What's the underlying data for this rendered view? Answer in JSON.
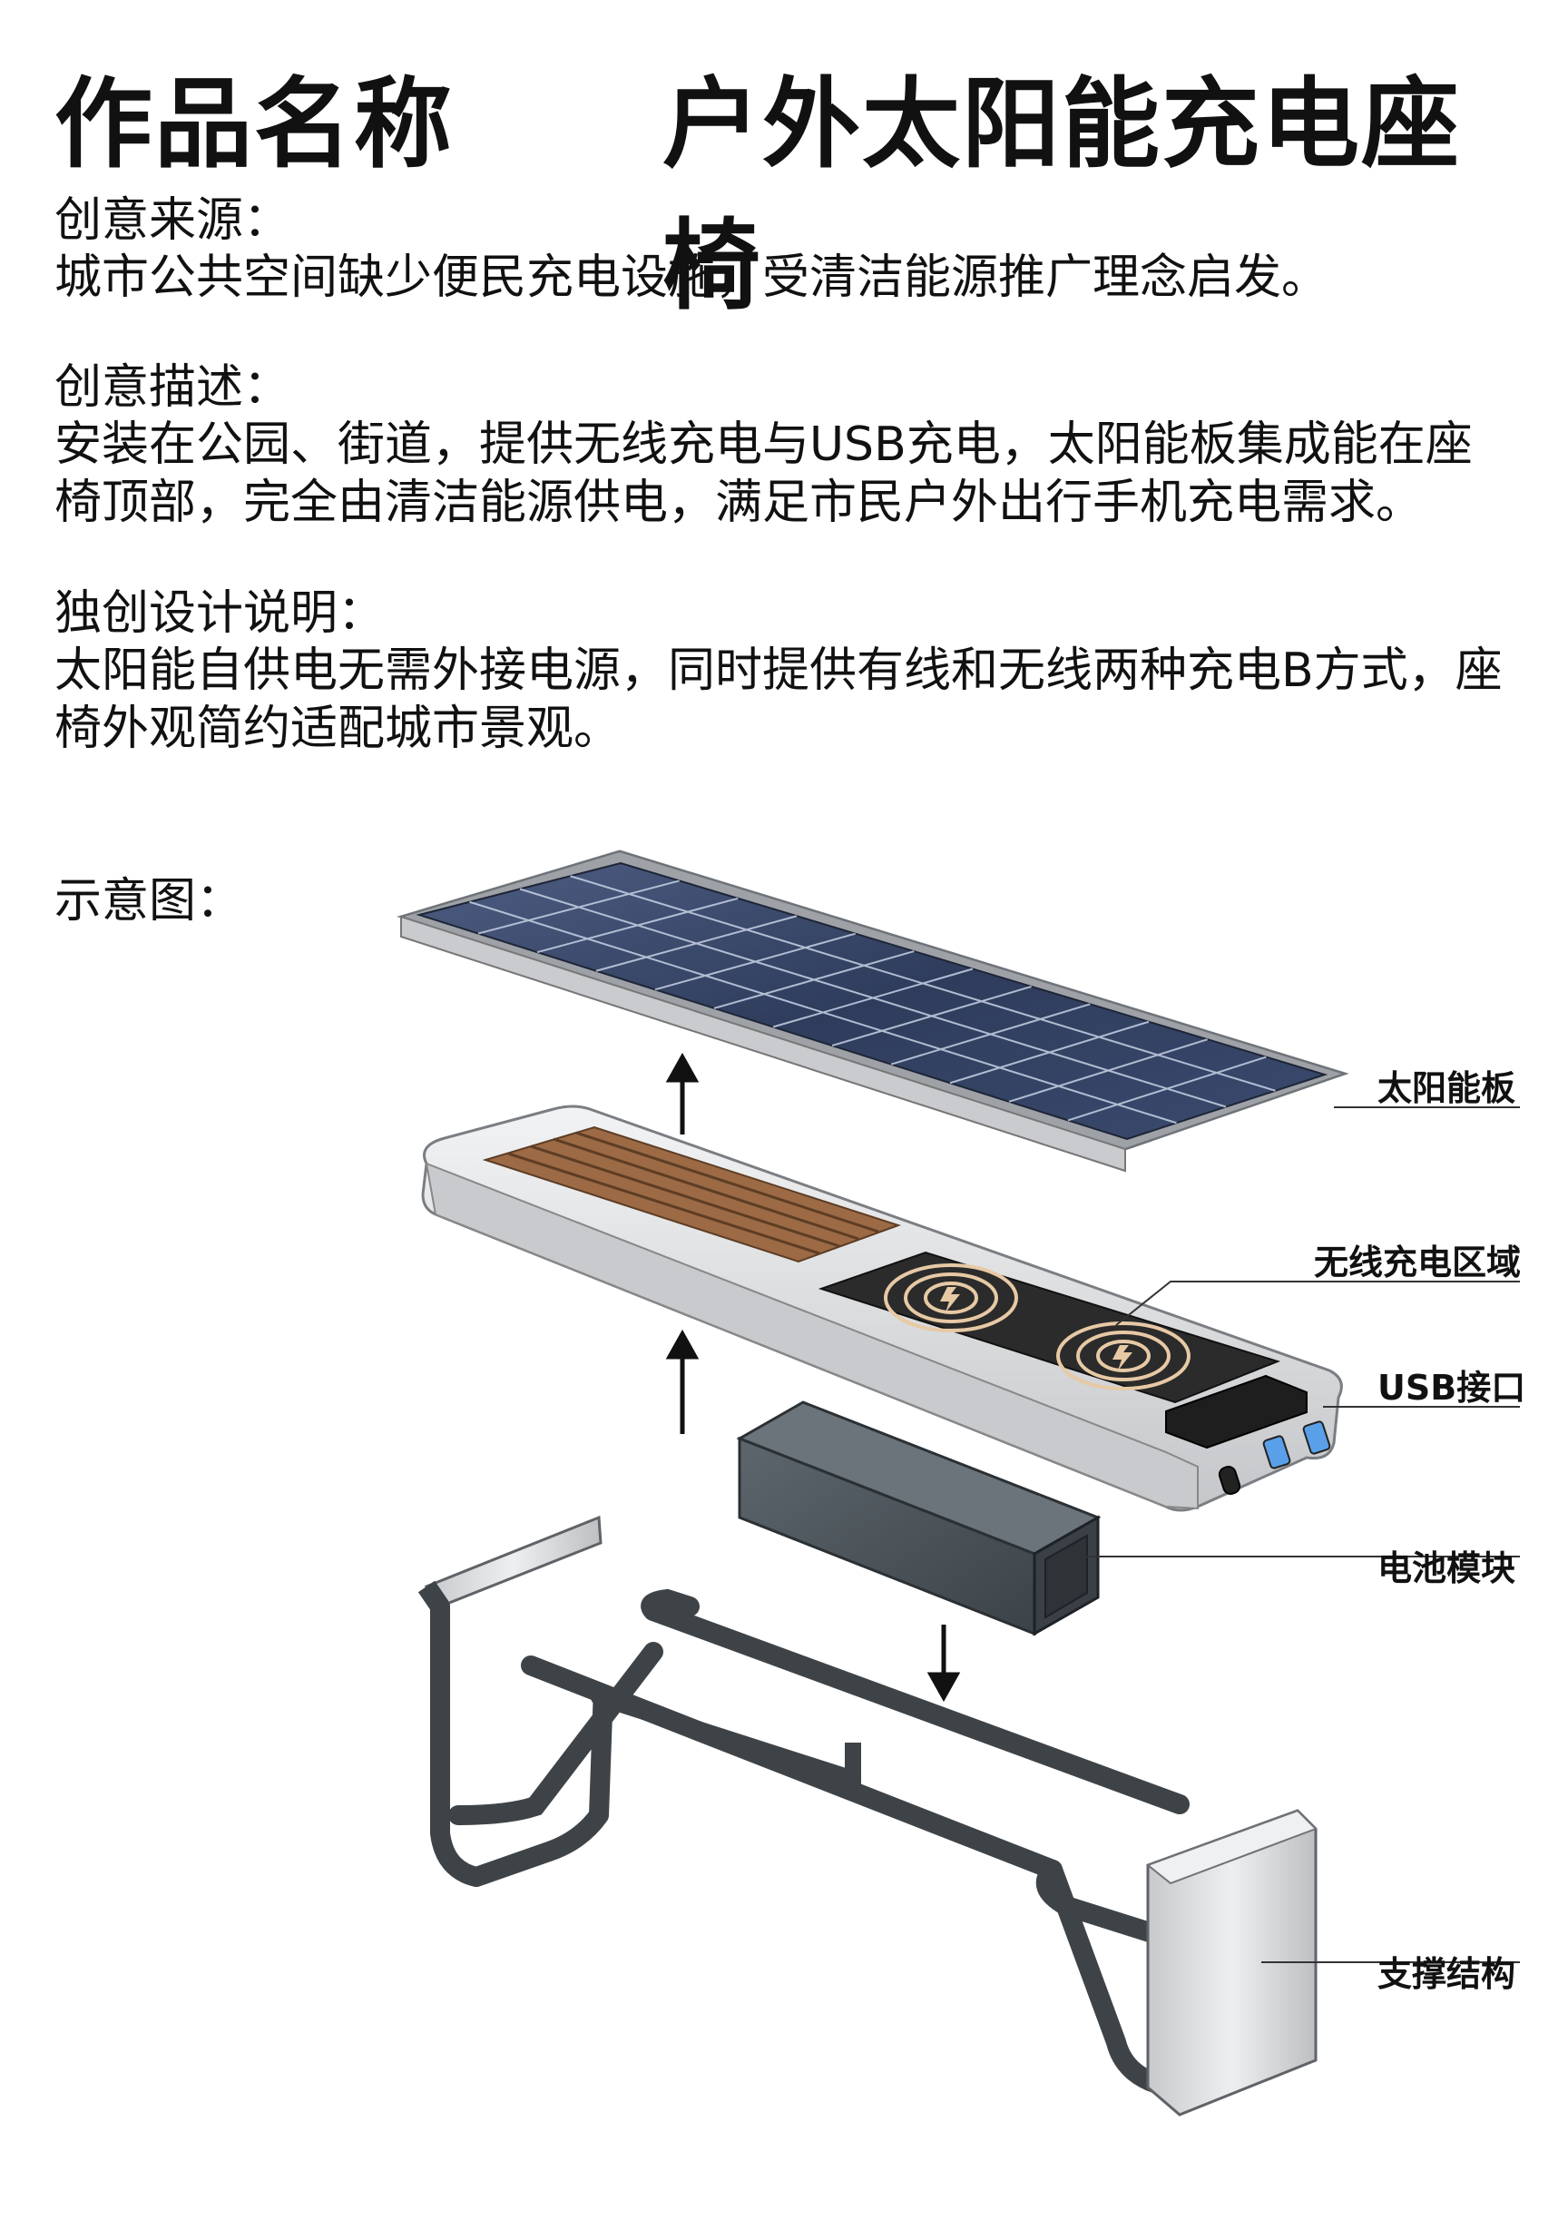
{
  "title": {
    "label": "作品名称",
    "value": "户外太阳能充电座椅"
  },
  "sections": {
    "source": {
      "heading": "创意来源：",
      "lines": [
        "城市公共空间缺少便民充电设施，受清洁能源推广理念启发。"
      ]
    },
    "description": {
      "heading": "创意描述：",
      "lines": [
        "安装在公园、街道，提供无线充电与USB充电，太阳能板集成能在座",
        "椅顶部，完全由清洁能源供电，满足市民户外出行手机充电需求。"
      ]
    },
    "unique": {
      "heading": "独创设计说明：",
      "lines": [
        "太阳能自供电无需外接电源，同时提供有线和无线两种充电B方式，座",
        "椅外观简约适配城市景观。"
      ]
    }
  },
  "diagram": {
    "label": "示意图：",
    "callouts": {
      "solar_panel": "太阳能板",
      "wireless_zone": "无线充电区域",
      "usb_port": "USB接口",
      "battery": "电池模块",
      "support": "支撑结构"
    }
  },
  "colors": {
    "solar_cell": "#3b4a6b",
    "solar_frame": "#d7d9dc",
    "wood": "#9c6a45",
    "seat_body": "#e4e5e7",
    "pad": "#2b2b2b",
    "coil": "#e7c9a5",
    "battery": "#4a5258",
    "frame": "#3e4347",
    "end_panel": "#d9dadc"
  }
}
